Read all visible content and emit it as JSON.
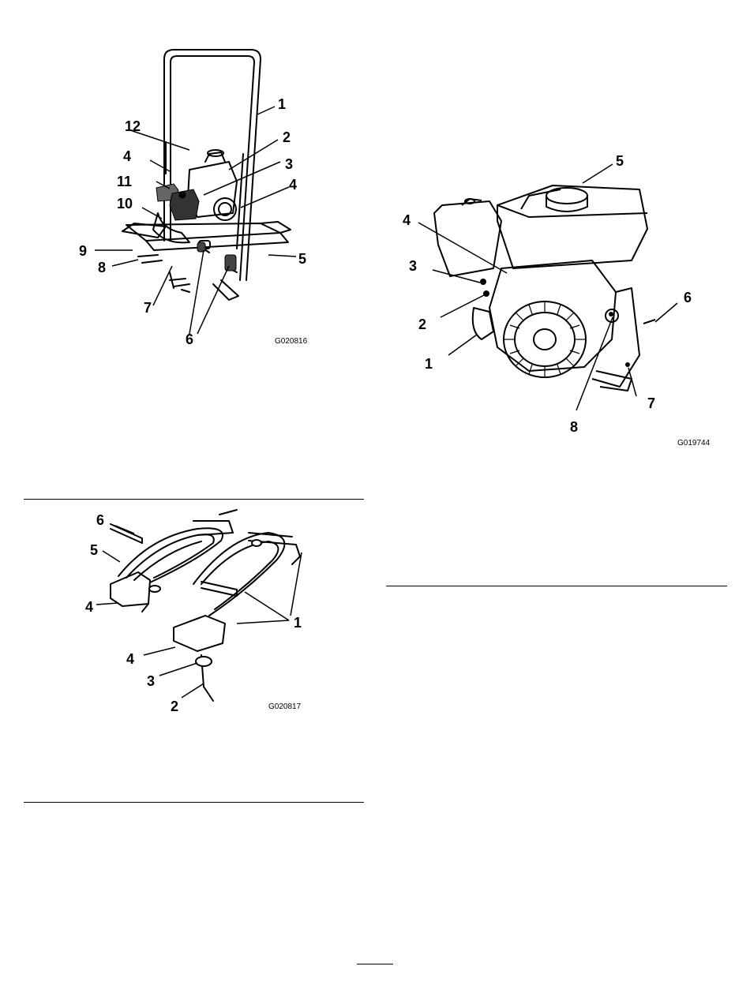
{
  "figures": [
    {
      "id": "G020816",
      "callouts": [
        "1",
        "2",
        "3",
        "4",
        "4",
        "5",
        "6",
        "7",
        "8",
        "9",
        "10",
        "11",
        "12"
      ]
    },
    {
      "id": "G019744",
      "callouts": [
        "1",
        "2",
        "3",
        "4",
        "5",
        "6",
        "7",
        "8"
      ]
    },
    {
      "id": "G020817",
      "callouts": [
        "1",
        "2",
        "3",
        "4",
        "4",
        "5",
        "6"
      ]
    }
  ]
}
